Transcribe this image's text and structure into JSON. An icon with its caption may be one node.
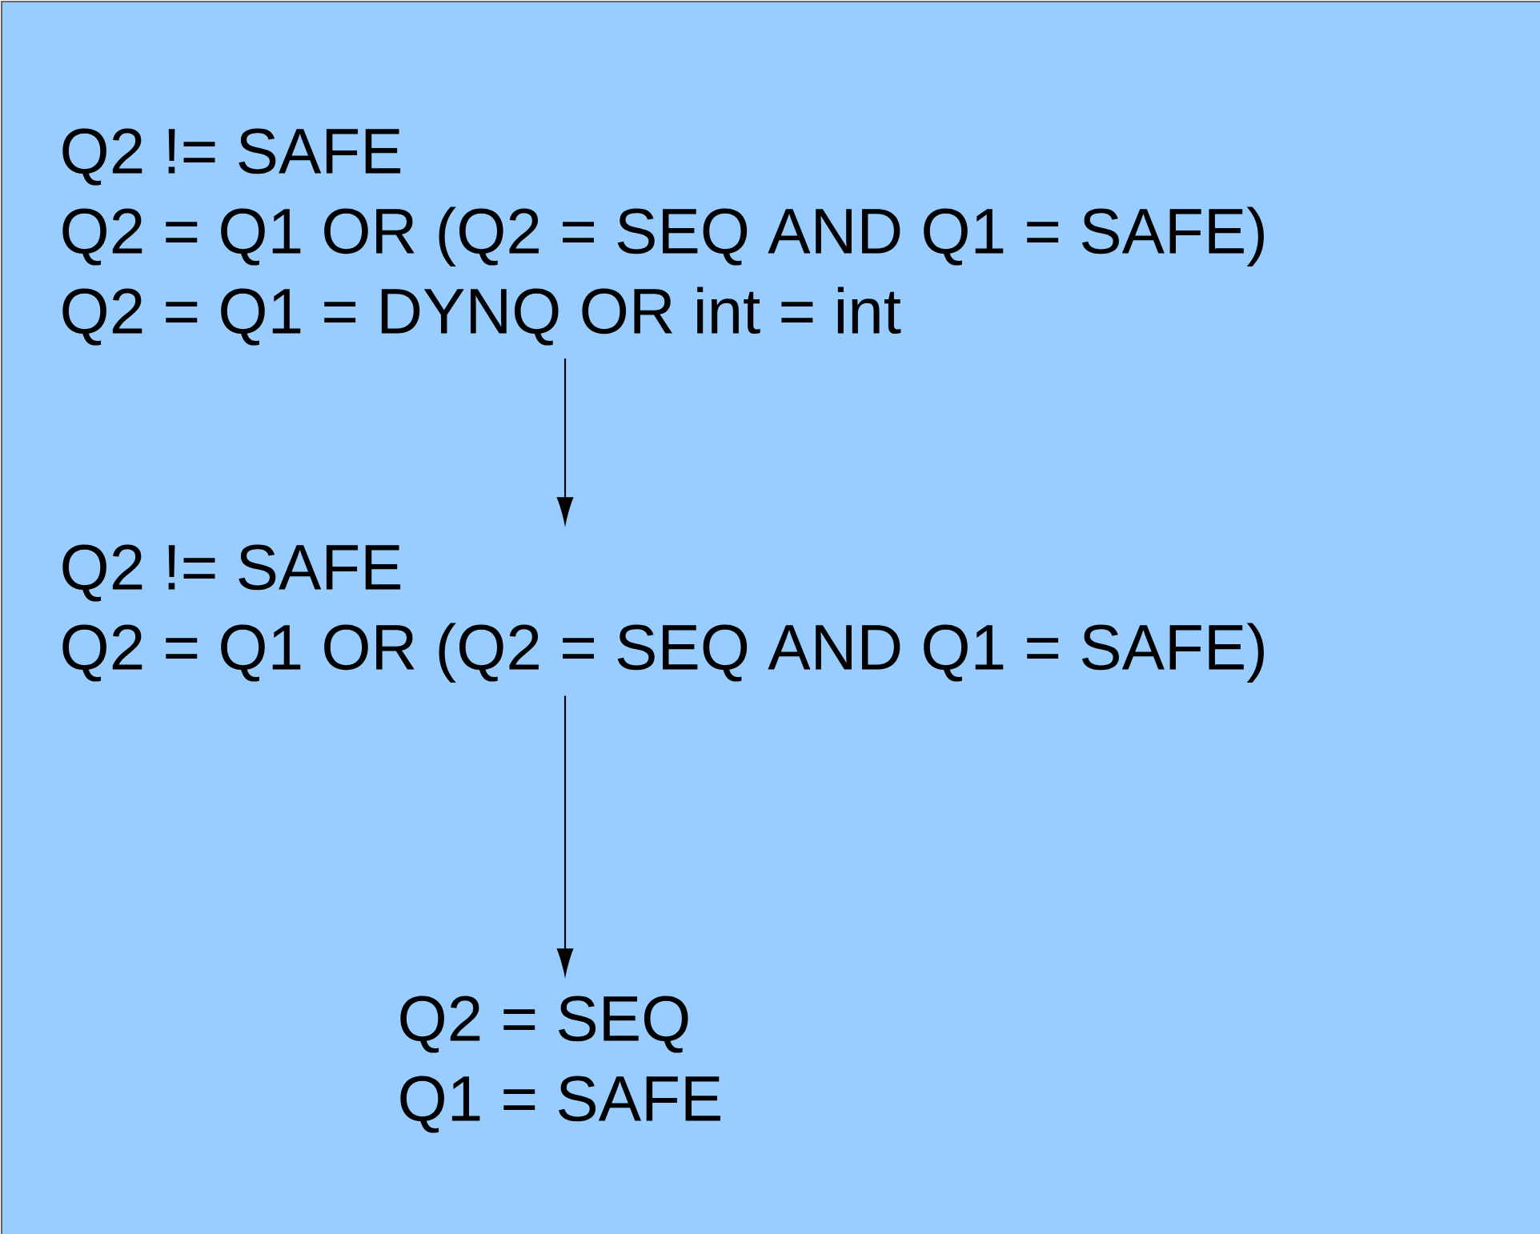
{
  "diagram": {
    "nodes": [
      {
        "text": [
          "Q2 != SAFE",
          "Q2 = Q1 OR (Q2 = SEQ AND Q1 = SAFE)",
          "Q2 = Q1 = DYNQ OR int = int"
        ]
      },
      {
        "text": [
          "Q2 != SAFE",
          "Q2 = Q1 OR (Q2 = SEQ AND Q1 = SAFE)"
        ]
      },
      {
        "text": [
          "Q2 = SEQ",
          "Q1 = SAFE"
        ]
      }
    ],
    "edges": [
      {
        "from": 0,
        "to": 1,
        "arrow": "to"
      },
      {
        "from": 1,
        "to": 2,
        "arrow": "to"
      }
    ]
  }
}
